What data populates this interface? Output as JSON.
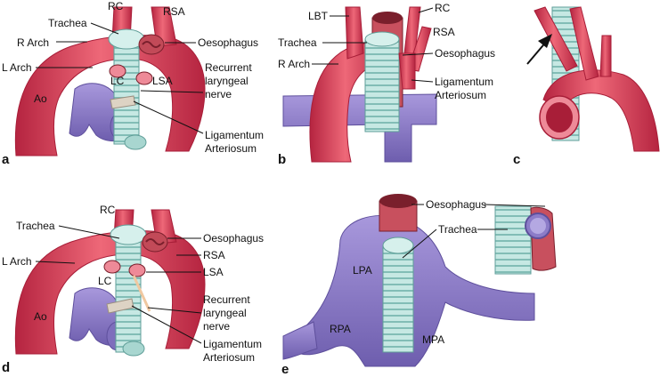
{
  "colors": {
    "artery": "#d83c54",
    "artery_dark": "#a81e38",
    "artery_light": "#ee8a98",
    "vein": "#8c7cc8",
    "vein_dark": "#5e4f9c",
    "trachea": "#b8e0dc",
    "trachea_ring": "#6fb0aa",
    "oesophagus": "#c24a58",
    "oesophagus_inner": "#7a1f2c",
    "ligament": "#d9cfc0",
    "nerve": "#f0c8a0"
  },
  "panels": {
    "a": {
      "letter": "a",
      "labels": {
        "rc": "RC",
        "rsa": "RSA",
        "trachea": "Trachea",
        "r_arch": "R Arch",
        "oesophagus": "Oesophagus",
        "l_arch": "L Arch",
        "recurrent": "Recurrent",
        "laryngeal": "laryngeal",
        "nerve": "nerve",
        "lc": "LC",
        "lsa": "LSA",
        "ao": "Ao",
        "ligamentum": "Ligamentum",
        "arteriosum": "Arteriosum"
      }
    },
    "b": {
      "letter": "b",
      "labels": {
        "lbt": "LBT",
        "rc": "RC",
        "trachea": "Trachea",
        "rsa": "RSA",
        "r_arch": "R Arch",
        "oesophagus": "Oesophagus",
        "ligamentum": "Ligamentum",
        "arteriosum": "Arteriosum"
      }
    },
    "c": {
      "letter": "c"
    },
    "d": {
      "letter": "d",
      "labels": {
        "rc": "RC",
        "trachea": "Trachea",
        "oesophagus": "Oesophagus",
        "rsa": "RSA",
        "l_arch": "L Arch",
        "lsa": "LSA",
        "lc": "LC",
        "recurrent": "Recurrent",
        "ao": "Ao",
        "laryngeal": "laryngeal",
        "nerve": "nerve",
        "ligamentum": "Ligamentum",
        "arteriosum": "Arteriosum"
      }
    },
    "e": {
      "letter": "e",
      "labels": {
        "oesophagus": "Oesophagus",
        "trachea": "Trachea",
        "lpa": "LPA",
        "rpa": "RPA",
        "mpa": "MPA"
      }
    }
  }
}
